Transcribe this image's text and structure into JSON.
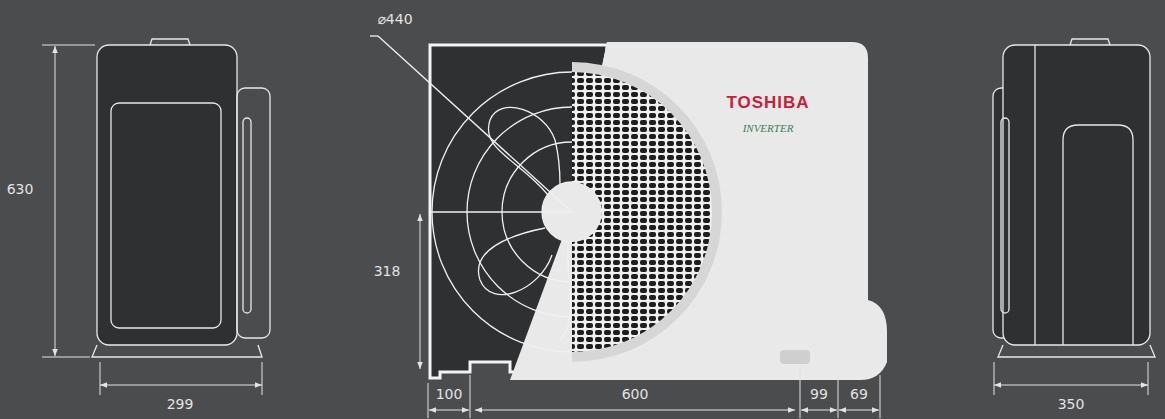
{
  "diagram": {
    "labels": [
      "⌀440",
      "630",
      "318",
      "TOSHIBA",
      "INVERTER",
      "299",
      "100",
      "600",
      "99",
      "69",
      "350"
    ]
  }
}
